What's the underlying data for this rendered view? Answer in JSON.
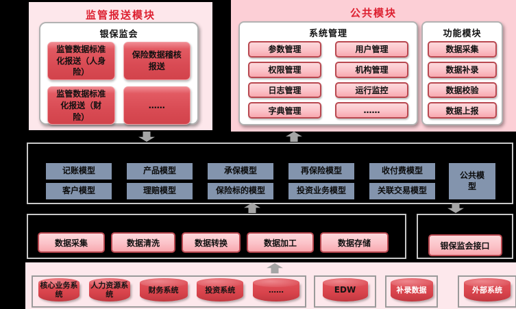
{
  "diagram": {
    "regulatory_module": {
      "title": "监管报送模块",
      "cbirc_group": {
        "title": "银保监会",
        "items": [
          "监管数据标准化报送（人身险）",
          "保险数据稽核报送",
          "监管数据标准化报送（财险）",
          "……"
        ]
      }
    },
    "public_module": {
      "title": "公共模块",
      "system_management": {
        "title": "系统管理",
        "col1": [
          "参数管理",
          "权限管理",
          "日志管理",
          "字典管理"
        ],
        "col2": [
          "用户管理",
          "机构管理",
          "运行监控",
          "……"
        ]
      },
      "function_module": {
        "title": "功能模块",
        "items": [
          "数据采集",
          "数据补录",
          "数据校验",
          "数据上报"
        ]
      }
    },
    "model_layer": {
      "row1": [
        "记账模型",
        "产品模型",
        "承保模型",
        "再保险模型",
        "收付费模型"
      ],
      "row2": [
        "客户模型",
        "理赔模型",
        "保险标的模型",
        "投资业务模型",
        "关联交易模型"
      ],
      "common": "公共模型"
    },
    "etl_layer": {
      "items": [
        "数据采集",
        "数据清洗",
        "数据转换",
        "数据加工",
        "数据存储"
      ]
    },
    "cbirc_interface": "银保监会接口",
    "source_layer": {
      "systems": [
        "核心业务系统",
        "人力资源系统",
        "财务系统",
        "投资系统",
        "……"
      ],
      "edw": "EDW",
      "supplementary": "补录数据",
      "external": "外部系统"
    }
  },
  "colors": {
    "title_red": "#dd2030",
    "module_pink_light": "#fde7eb",
    "module_pink_deep": "#fccfd6",
    "band_pink": "#fde8ec",
    "button_red": "#d94b54",
    "button_pink_fill": "#f9aab1",
    "button_pink_border": "#b8474f",
    "model_blue": "#8394ad",
    "cylinder_red": "#d8434b",
    "layer_black": "#000000",
    "layer_border_gray": "#c9c9c9"
  }
}
